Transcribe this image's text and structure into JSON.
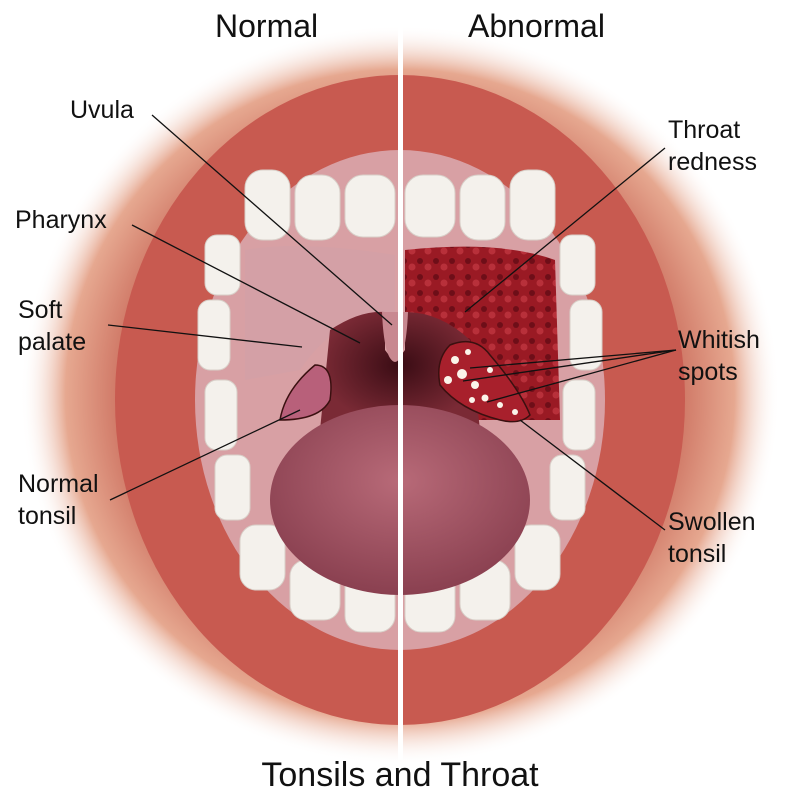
{
  "headers": {
    "left": "Normal",
    "right": "Abnormal"
  },
  "title": "Tonsils and Throat",
  "labels_left": {
    "uvula": "Uvula",
    "pharynx": "Pharynx",
    "soft_palate_1": "Soft",
    "soft_palate_2": "palate",
    "normal_tonsil_1": "Normal",
    "normal_tonsil_2": "tonsil"
  },
  "labels_right": {
    "throat_redness_1": "Throat",
    "throat_redness_2": "redness",
    "whitish_spots_1": "Whitish",
    "whitish_spots_2": "spots",
    "swollen_tonsil_1": "Swollen",
    "swollen_tonsil_2": "tonsil"
  },
  "colors": {
    "lip": "#d9756a",
    "lip_dark": "#a8463e",
    "mouth_normal": "#c98a8e",
    "throat_dark": "#4a1018",
    "throat_red": "#9a1a24",
    "tongue": "#a55a6a",
    "teeth": "#f4f1ec",
    "divider": "#ffffff"
  }
}
